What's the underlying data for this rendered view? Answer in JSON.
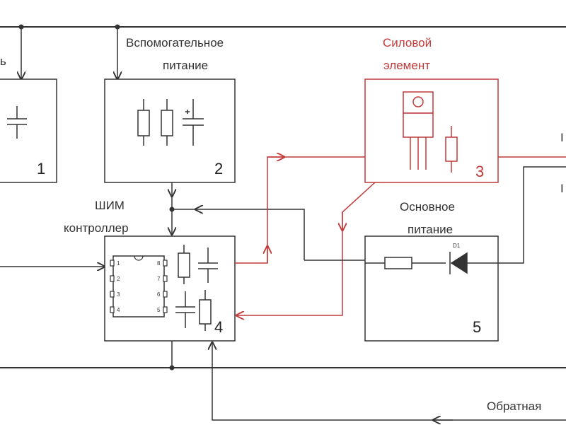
{
  "labels": {
    "aux_power_1": "Вспомогательное",
    "aux_power_2": "питание",
    "power_element_1": "Силовой",
    "power_element_2": "элемент",
    "pwm_1": "ШИМ",
    "pwm_2": "контроллер",
    "main_power_1": "Основное",
    "main_power_2": "питание",
    "feedback": "Обратная",
    "diode": "D1",
    "cut_left": "ь",
    "cut_right_top": "I",
    "cut_right_mid": "I"
  },
  "blocks": {
    "b1": "1",
    "b2": "2",
    "b3": "3",
    "b4": "4",
    "b5": "5"
  },
  "ic_pins": {
    "left": [
      "1",
      "2",
      "3",
      "4"
    ],
    "right": [
      "8",
      "7",
      "6",
      "5"
    ]
  },
  "colors": {
    "line": "#333333",
    "accent": "#c23a3a"
  }
}
